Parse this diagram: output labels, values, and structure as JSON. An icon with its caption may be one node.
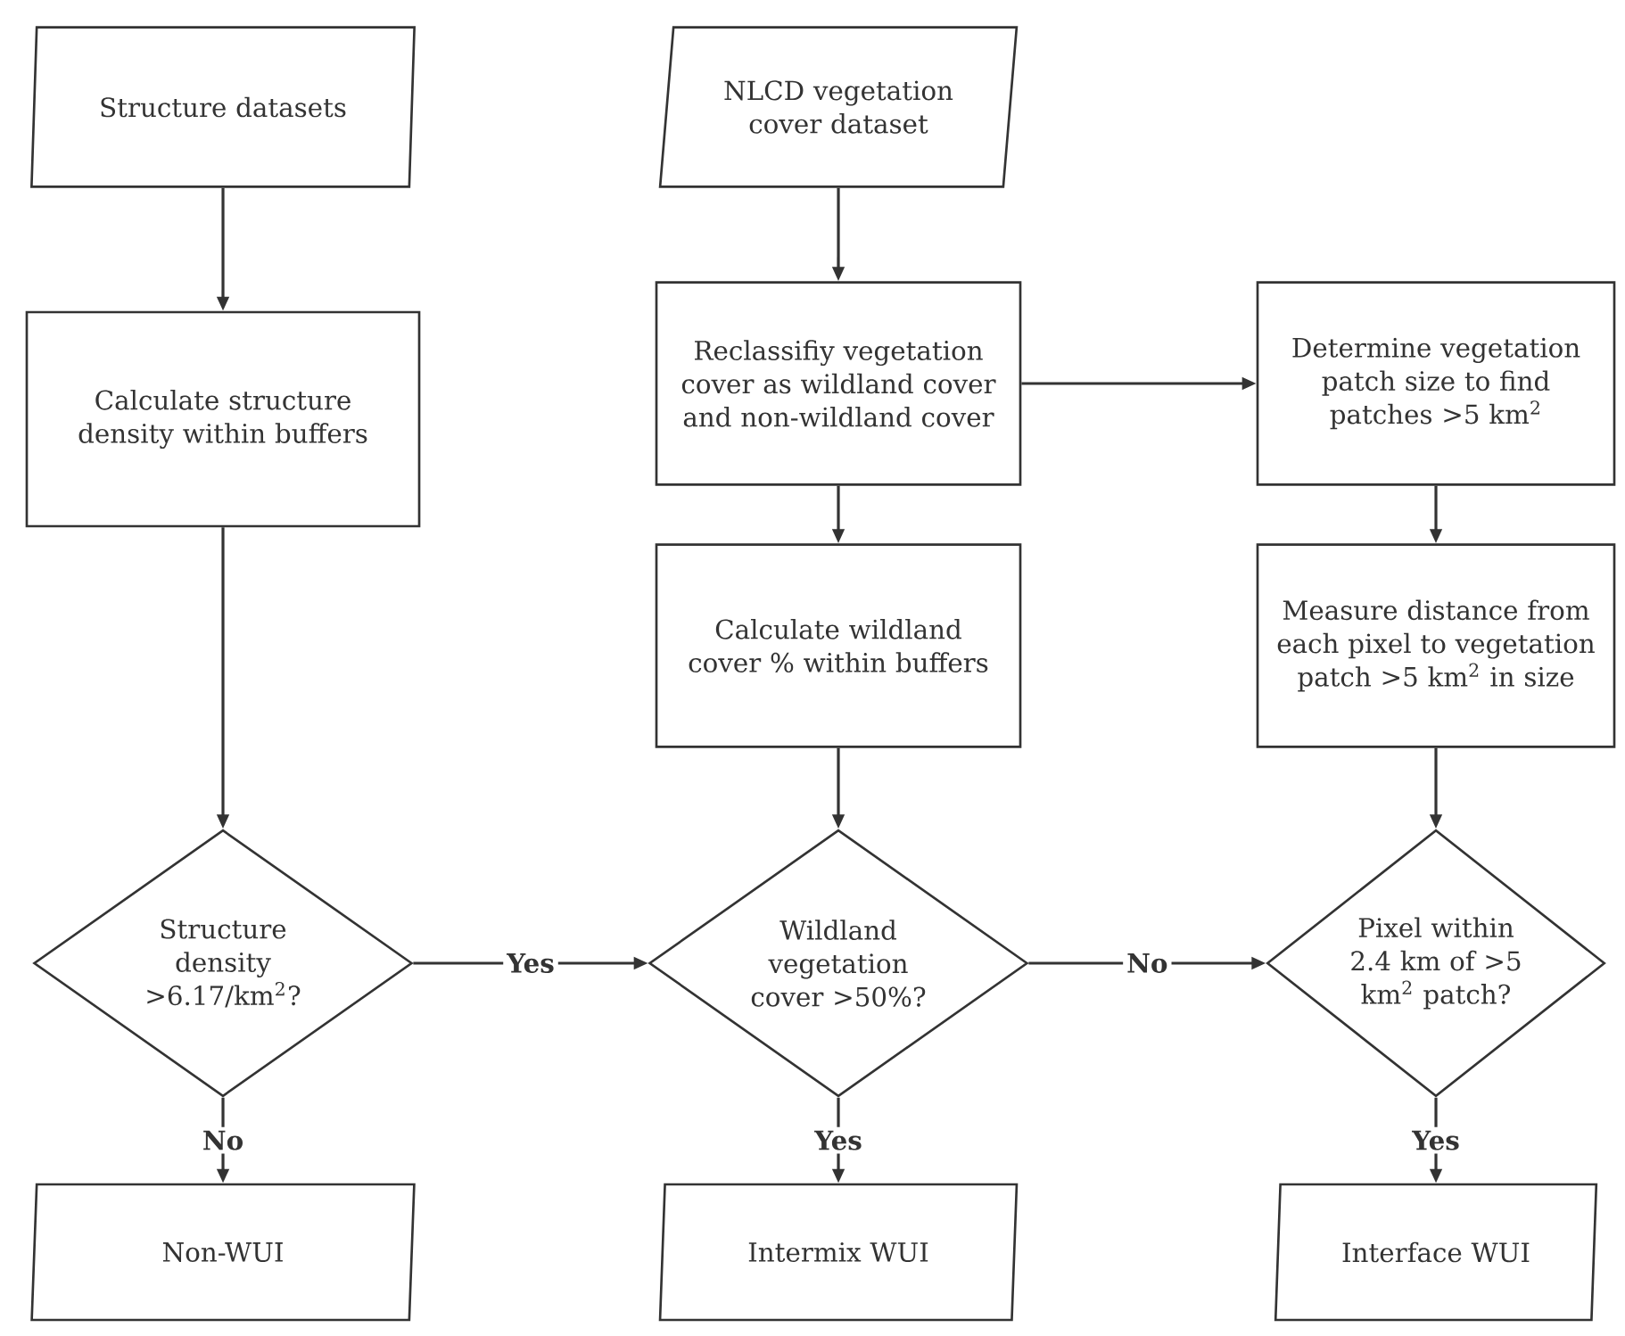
{
  "diagram": {
    "nodes": [
      {
        "text": [
          "Structure datasets"
        ]
      },
      {
        "text": [
          "NLCD vegetation cover dataset"
        ]
      },
      {
        "text": [
          "Calculate structure density within buffers"
        ]
      },
      {
        "text": [
          "Reclassifiy vegetation cover as wildland cover and non-wildland cover"
        ]
      },
      {
        "text": [
          "Determine vegetation patch size to find patches >5 km$^{2}$"
        ]
      },
      {
        "text": [
          "Calculate wildland cover % within buffers"
        ]
      },
      {
        "text": [
          "Measure distance from each pixel to vegetation patch >5 km$^{2}$ in size"
        ]
      },
      {
        "text": [
          "Structure density >6.17/km$^{2}$?"
        ]
      },
      {
        "text": [
          "Wildland vegetation cover >50%?"
        ]
      },
      {
        "text": [
          "Pixel within 2.4 km of >5 km$^{2}$ patch?"
        ]
      },
      {
        "text": [
          "Non-WUI"
        ]
      },
      {
        "text": [
          "Intermix WUI"
        ]
      },
      {
        "text": [
          "Interface WUI"
        ]
      }
    ],
    "edges": [
      {
        "from": 0,
        "to": 2,
        "arrow": "to"
      },
      {
        "from": 2,
        "to": 7,
        "arrow": "to"
      },
      {
        "from": 1,
        "to": 3,
        "arrow": "to"
      },
      {
        "from": 3,
        "to": 4,
        "arrow": "to"
      },
      {
        "from": 3,
        "to": 5,
        "arrow": "to"
      },
      {
        "from": 4,
        "to": 6,
        "arrow": "to"
      },
      {
        "from": 5,
        "to": 8,
        "arrow": "to"
      },
      {
        "from": 6,
        "to": 9,
        "arrow": "to"
      },
      {
        "from": 7,
        "to": 8,
        "arrow": "to",
        "label": "Yes"
      },
      {
        "from": 8,
        "to": 9,
        "arrow": "to",
        "label": "No"
      },
      {
        "from": 7,
        "to": 10,
        "arrow": "to",
        "label": "No"
      },
      {
        "from": 8,
        "to": 11,
        "arrow": "to",
        "label": "Yes"
      },
      {
        "from": 9,
        "to": 12,
        "arrow": "to",
        "label": "Yes"
      }
    ]
  }
}
